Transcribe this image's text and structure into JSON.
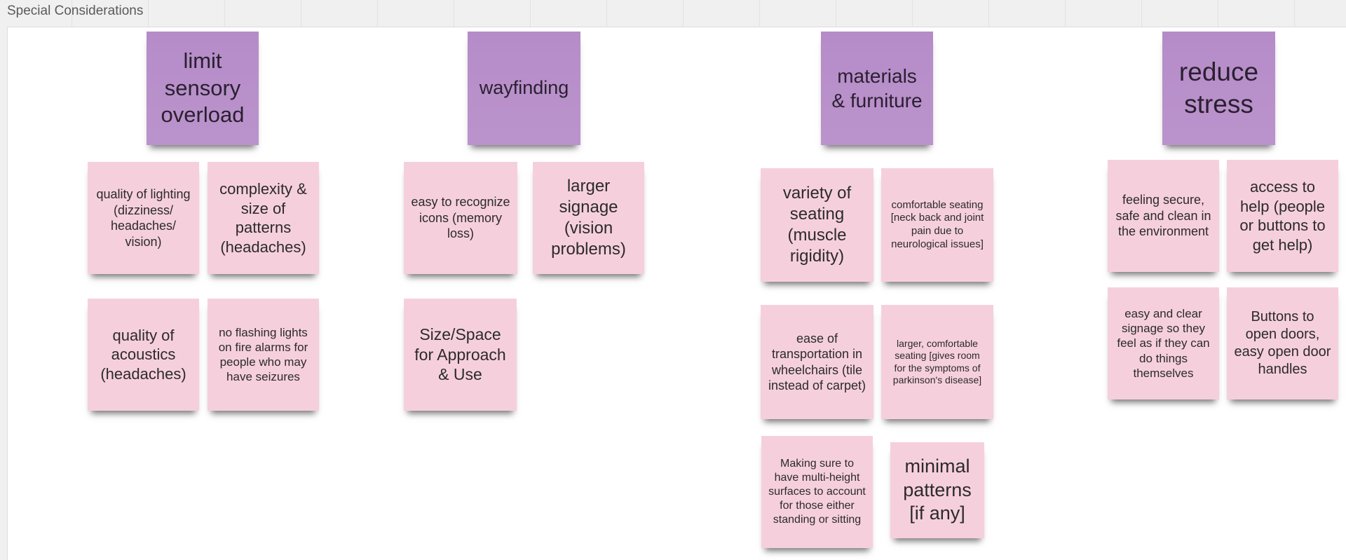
{
  "frame": {
    "title": "Special Considerations"
  },
  "colors": {
    "header_note": "#b98fca",
    "note": "#f6cfdd",
    "background": "#ffffff"
  },
  "columns": [
    {
      "header": "limit sensory overload",
      "notes": [
        "quality of lighting (dizziness/ headaches/ vision)",
        "complexity & size of patterns (headaches)",
        "quality of acoustics (headaches)",
        "no flashing lights on fire alarms for people who may have seizures"
      ]
    },
    {
      "header": "wayfinding",
      "notes": [
        "easy to recognize icons (memory loss)",
        "larger signage (vision problems)",
        "Size/Space for Approach & Use"
      ]
    },
    {
      "header": "materials & furniture",
      "notes": [
        "variety of seating (muscle rigidity)",
        "comfortable seating [neck back and joint pain due to neurological issues]",
        "ease of transportation in wheelchairs (tile instead of carpet)",
        "larger, comfortable seating [gives room for the symptoms of parkinson's disease]",
        "Making sure to have multi-height surfaces to account for those either standing or sitting",
        "minimal patterns [if any]"
      ]
    },
    {
      "header": "reduce stress",
      "notes": [
        "feeling secure, safe and clean in the environment",
        "access to help (people or buttons to get help)",
        "easy and clear signage so they feel as if they can do things themselves",
        "Buttons to open doors, easy open door handles"
      ]
    }
  ]
}
